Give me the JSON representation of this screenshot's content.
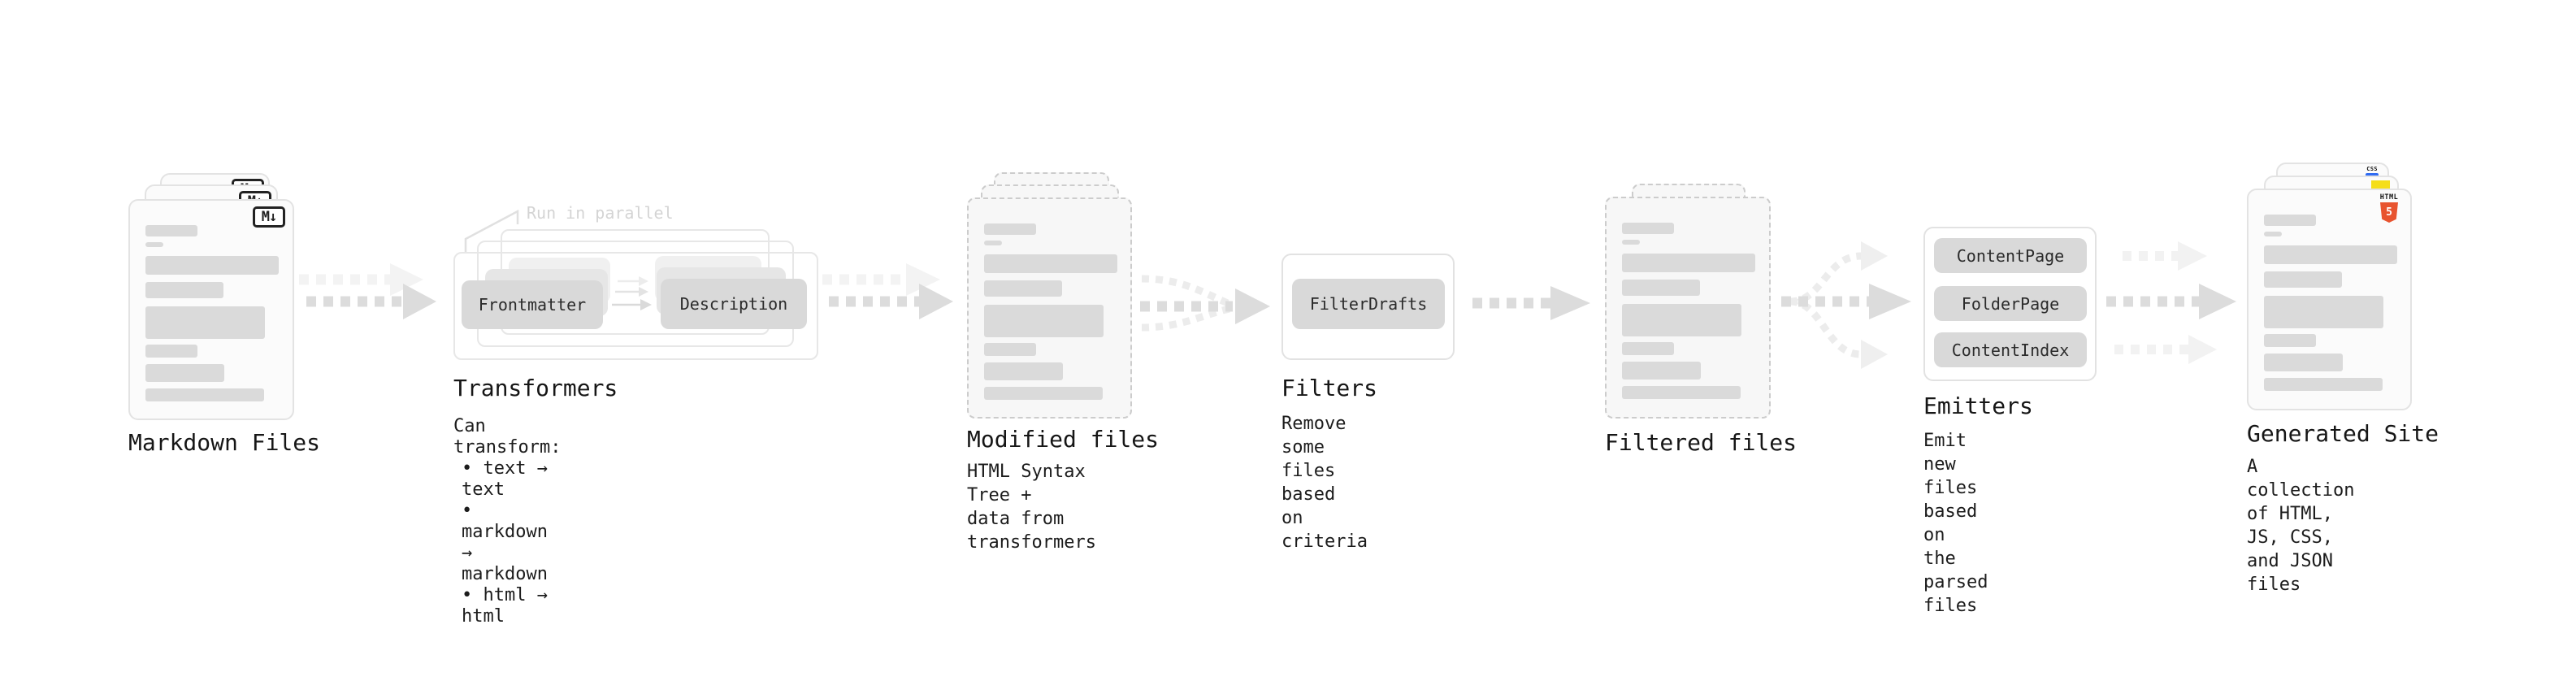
{
  "pipeline": {
    "markdown_files": {
      "label": "Markdown Files",
      "file_badge": "M↓"
    },
    "transformers": {
      "heading": "Transformers",
      "parallel_note": "Run in parallel",
      "box_left": "Frontmatter",
      "box_right": "Description",
      "caption_title": "Can transform:",
      "bullets": [
        "text → text",
        "markdown → markdown",
        "html → html"
      ]
    },
    "modified_files": {
      "heading": "Modified files",
      "caption": "HTML Syntax Tree +\ndata from transformers"
    },
    "filters": {
      "heading": "Filters",
      "box": "FilterDrafts",
      "caption": "Remove some files based\non criteria"
    },
    "filtered_files": {
      "heading": "Filtered files"
    },
    "emitters": {
      "heading": "Emitters",
      "boxes": [
        "ContentPage",
        "FolderPage",
        "ContentIndex"
      ],
      "caption": "Emit new files based on\nthe parsed files"
    },
    "generated_site": {
      "heading": "Generated Site",
      "caption": "A collection of HTML,\nJS, CSS, and JSON files",
      "html5_badge_text": "HTML",
      "html5_badge_number": "5",
      "css_badge_text": "CSS"
    },
    "colors": {
      "html5_orange": "#e8542f",
      "js_yellow": "#f5de19",
      "css_blue": "#2f6bf2",
      "box_gray": "#d9d9d9",
      "arrow_gray": "#dcdcdc",
      "arrow_ghost": "#f2f2f2"
    }
  }
}
